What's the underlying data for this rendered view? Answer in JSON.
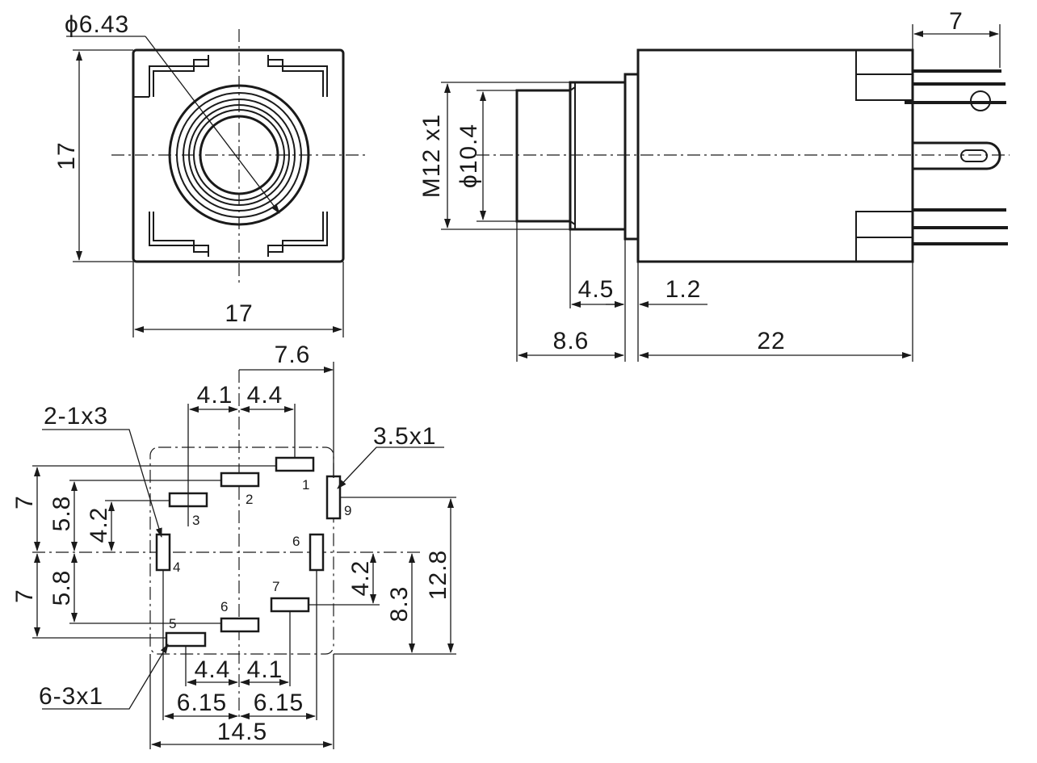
{
  "front_view": {
    "diameter_label": "ϕ6.43",
    "height_label": "17",
    "width_label": "17"
  },
  "side_view": {
    "thread_label": "M12 x1",
    "bore_label": "ϕ10.4",
    "pin_pitch_label": "7",
    "dim_4_5": "4.5",
    "dim_1_2": "1.2",
    "dim_8_6": "8.6",
    "dim_22": "22"
  },
  "footprint": {
    "pads_note_2": "2-1x3",
    "pad_note_9": "3.5x1",
    "pads_note_6": "6-3x1",
    "top_7_6": "7.6",
    "top_4_1": "4.1",
    "top_4_4": "4.4",
    "left_7_upper": "7",
    "left_5_8_upper": "5.8",
    "left_4_2": "4.2",
    "left_7_lower": "7",
    "left_5_8_lower": "5.8",
    "right_4_2": "4.2",
    "right_8_3": "8.3",
    "right_12_8": "12.8",
    "bottom_4_4": "4.4",
    "bottom_4_1": "4.1",
    "bottom_6_15_left": "6.15",
    "bottom_6_15_right": "6.15",
    "bottom_14_5": "14.5",
    "pin_numbers": [
      "1",
      "2",
      "3",
      "4",
      "5",
      "6",
      "7",
      "6",
      "9"
    ]
  }
}
